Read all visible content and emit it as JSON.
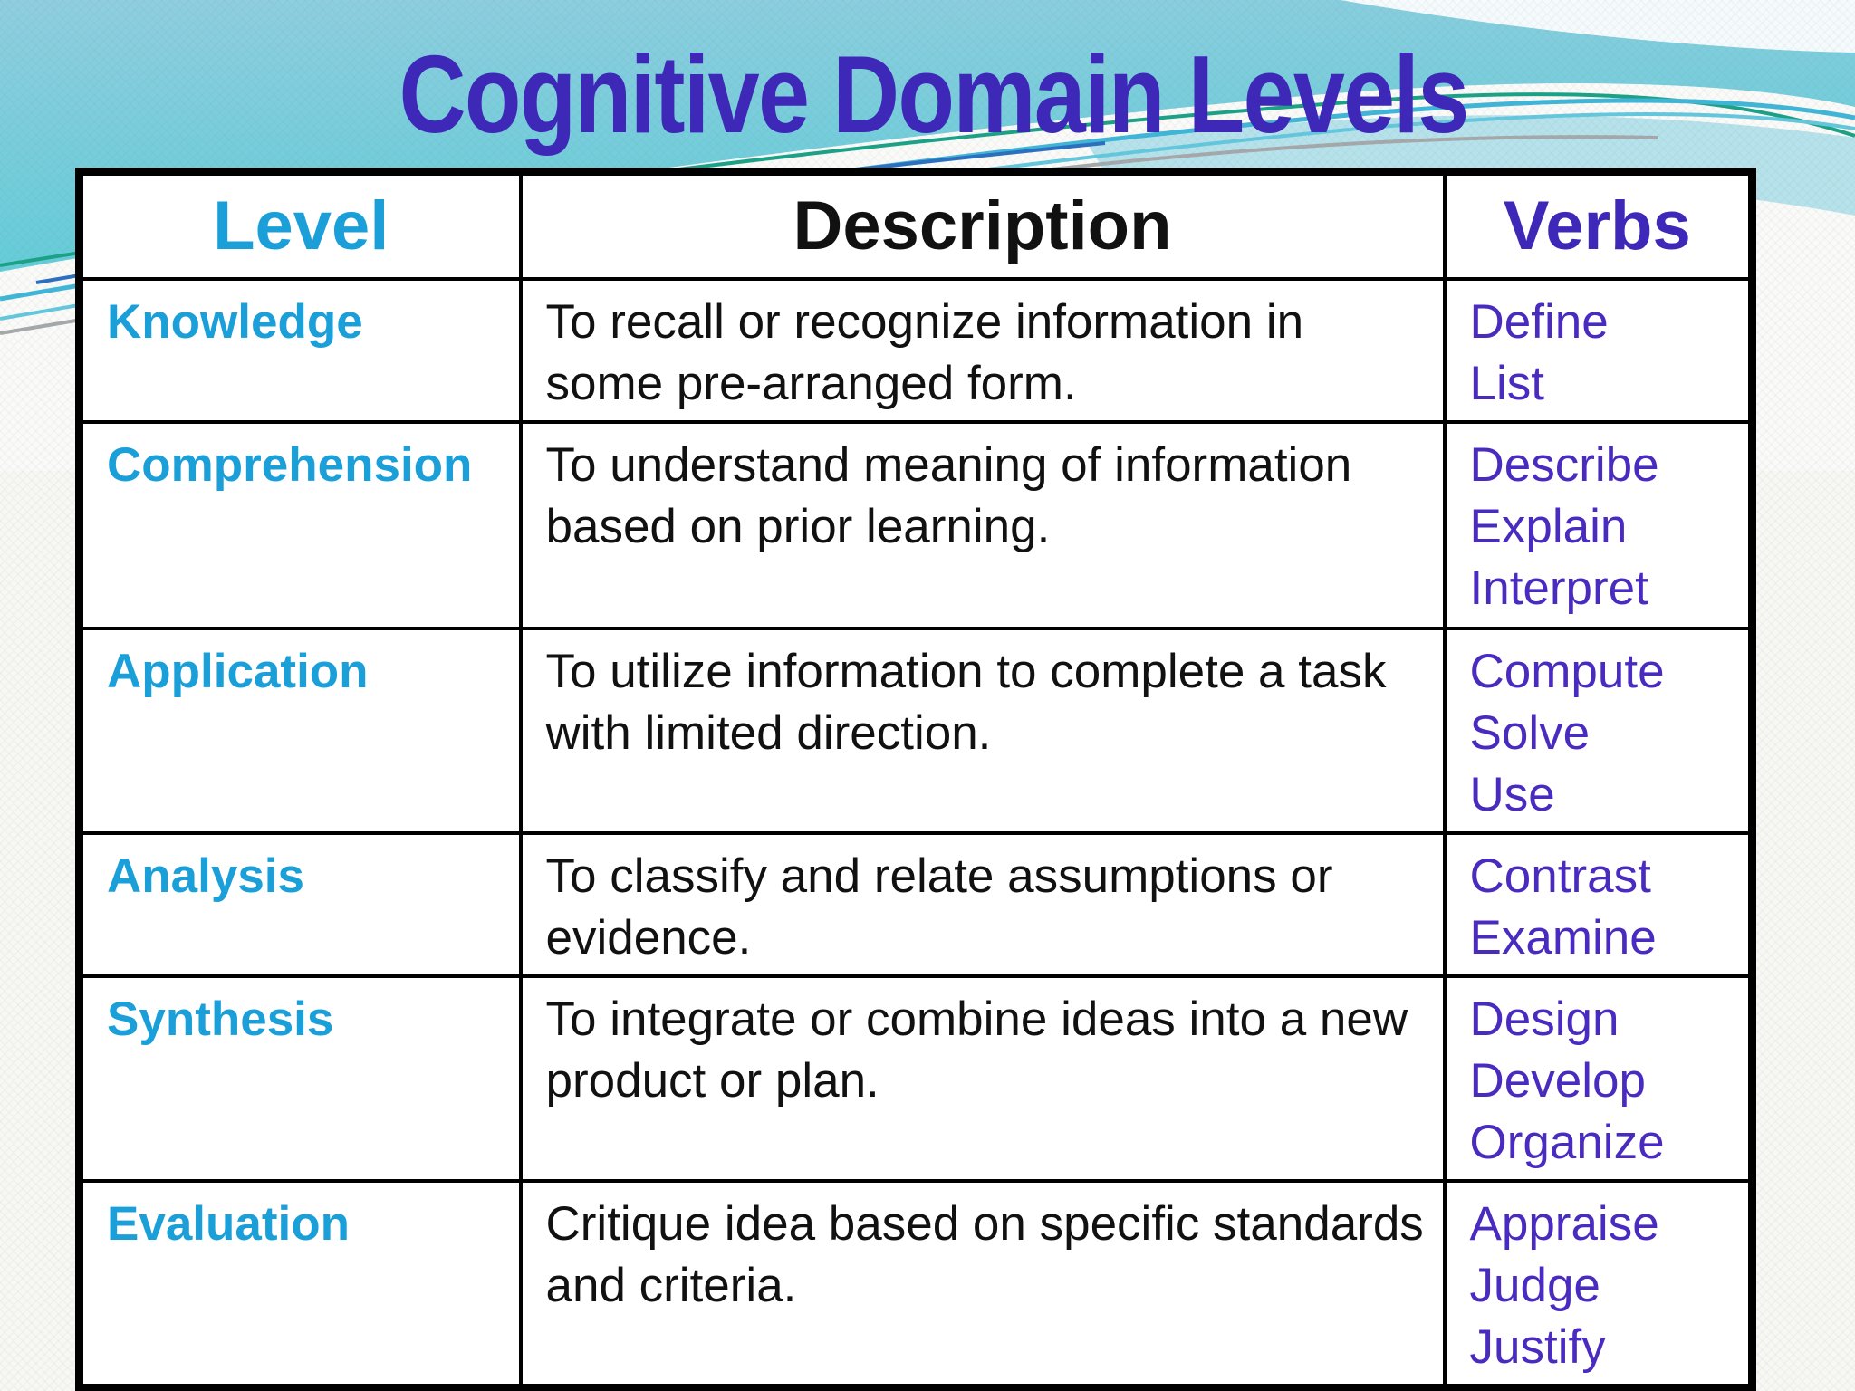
{
  "title": "Cognitive Domain Levels",
  "colors": {
    "title_text": "#3e28b8",
    "level_text": "#1b9fd9",
    "verbs_text": "#4a2bc0",
    "body_text": "#111111",
    "table_border": "#000000",
    "sky_top": "#8fcee0",
    "sky_bottom": "#54ccd5",
    "swoosh_white": "#fafaf8",
    "accent_cyan": "#3fb6d8",
    "accent_cyan2": "#63c8de",
    "accent_green": "#1aa287",
    "accent_gray": "#a5a9ac",
    "accent_blue": "#2a6fc0",
    "page_bg": "#f7f7f4"
  },
  "table": {
    "headers": [
      {
        "label": "Level"
      },
      {
        "label": "Description"
      },
      {
        "label": "Verbs"
      }
    ],
    "rows": [
      {
        "level": "Knowledge",
        "description": "To recall or recognize information in some pre-arranged form.",
        "verbs": [
          "Define",
          "List"
        ]
      },
      {
        "level": "Comprehension",
        "description": "To understand meaning of information based on prior learning.",
        "verbs": [
          "Describe",
          "Explain",
          "Interpret"
        ]
      },
      {
        "level": "Application",
        "description": "To utilize information to complete a task with limited direction.",
        "verbs": [
          "Compute",
          "Solve",
          "Use"
        ]
      },
      {
        "level": "Analysis",
        "description": "To classify and relate assumptions or evidence.",
        "verbs": [
          "Contrast",
          "Examine"
        ]
      },
      {
        "level": "Synthesis",
        "description": "To integrate or combine ideas into a new product or plan.",
        "verbs": [
          "Design",
          "Develop",
          "Organize"
        ]
      },
      {
        "level": "Evaluation",
        "description": "Critique idea based on specific standards and criteria.",
        "verbs": [
          "Appraise",
          "Judge",
          "Justify"
        ]
      }
    ]
  }
}
